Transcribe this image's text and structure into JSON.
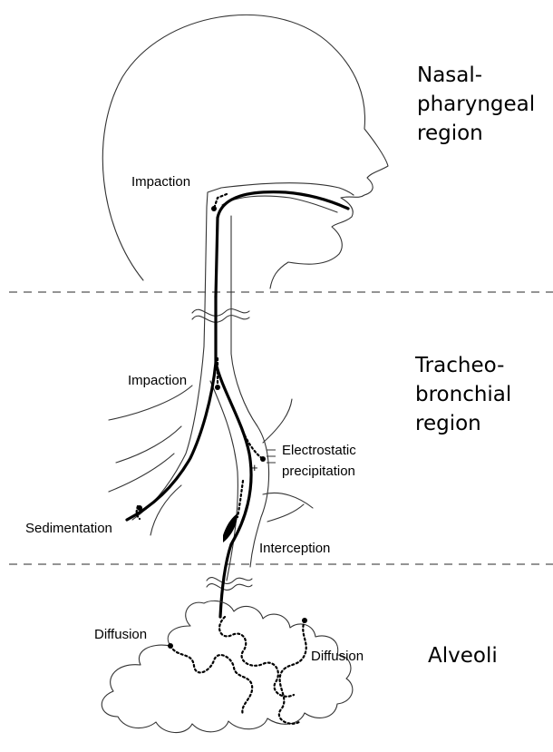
{
  "regions": {
    "nasal": [
      "Nasal-",
      "pharyngeal",
      "region"
    ],
    "tracheo": [
      "Tracheo-",
      "bronchial",
      "region"
    ],
    "alveoli": "Alveoli"
  },
  "mechanisms": {
    "impaction_upper": "Impaction",
    "impaction_lower": "Impaction",
    "electrostatic": [
      "Electrostatic",
      "precipitation"
    ],
    "sedimentation": "Sedimentation",
    "interception": "Interception",
    "diffusion_left": "Diffusion",
    "diffusion_right": "Diffusion"
  }
}
